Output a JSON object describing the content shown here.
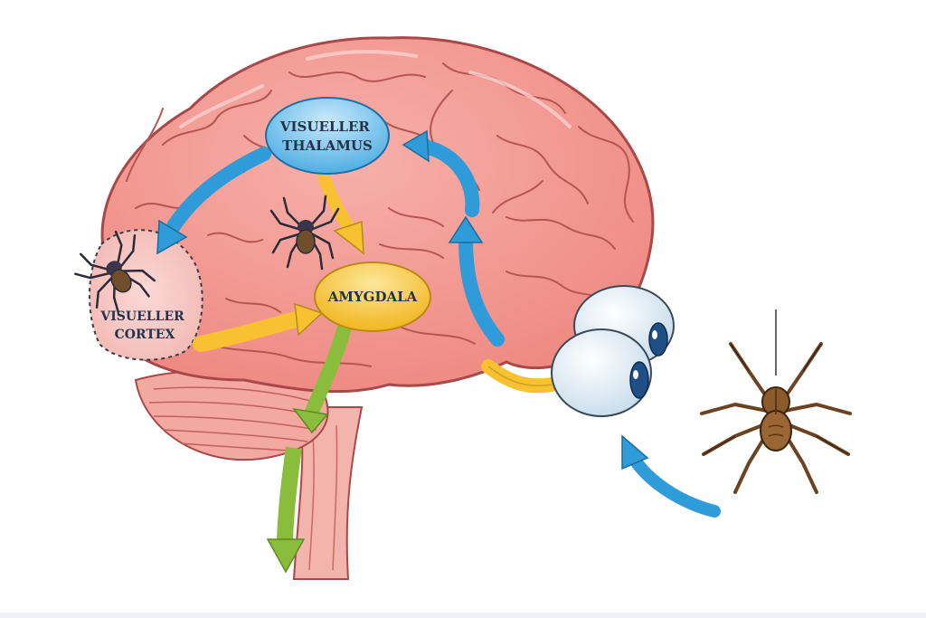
{
  "labels": {
    "thalamus_line1": "VISUELLER",
    "thalamus_line2": "THALAMUS",
    "amygdala": "AMYGDALA",
    "cortex_line1": "VISUELLER",
    "cortex_line2": "CORTEX"
  },
  "colors": {
    "brain": "#f0908a",
    "brain_highlight": "#f7b3ad",
    "brain_outline": "#a84848",
    "cerebellum": "#f3a8a0",
    "brainstem": "#f4b4ae",
    "blue_arrow": "#2f9bd8",
    "yellow_arrow": "#f7c132",
    "green_arrow": "#8bbd3c",
    "thalamus_fill": "#7cc4ec",
    "amygdala_fill": "#f7c636",
    "eye_white": "#e8f1f8",
    "iris": "#1f4f86",
    "spider_body": "#8c5a2b",
    "spider_dark": "#2d2a3a"
  },
  "icons": [
    "brain-icon",
    "eye-icon",
    "spider-icon",
    "arrow-icon"
  ]
}
